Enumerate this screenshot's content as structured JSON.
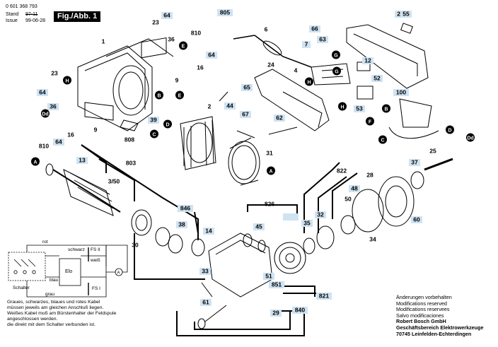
{
  "header": {
    "doc_number": "0 601 368 793",
    "stand_label": "Stand",
    "stand_value": "97-11",
    "issue_label": "Issue",
    "issue_value": "99-06-28",
    "figure_label": "Fig./Abb. 1"
  },
  "part_labels": [
    {
      "id": "805",
      "style": "box"
    },
    {
      "id": "6",
      "style": "plain"
    },
    {
      "id": "24",
      "style": "box"
    },
    {
      "id": "55",
      "style": "box"
    },
    {
      "id": "64",
      "style": "box"
    },
    {
      "id": "23",
      "style": "plain"
    },
    {
      "id": "810",
      "style": "plain"
    },
    {
      "id": "36",
      "style": "plain"
    },
    {
      "id": "E",
      "style": "circle"
    },
    {
      "id": "64",
      "style": "box"
    },
    {
      "id": "16",
      "style": "plain"
    },
    {
      "id": "1",
      "style": "plain"
    },
    {
      "id": "9",
      "style": "plain"
    },
    {
      "id": "66",
      "style": "box"
    },
    {
      "id": "7",
      "style": "box"
    },
    {
      "id": "63",
      "style": "box"
    },
    {
      "id": "G",
      "style": "circle"
    },
    {
      "id": "4",
      "style": "plain"
    },
    {
      "id": "12",
      "style": "box"
    },
    {
      "id": "G",
      "style": "circle"
    },
    {
      "id": "52",
      "style": "box"
    },
    {
      "id": "H",
      "style": "circle"
    },
    {
      "id": "24",
      "style": "plain"
    },
    {
      "id": "65",
      "style": "box"
    },
    {
      "id": "23",
      "style": "plain"
    },
    {
      "id": "H",
      "style": "circle"
    },
    {
      "id": "64",
      "style": "box"
    },
    {
      "id": "36",
      "style": "box"
    },
    {
      "id": "Dd",
      "style": "circle"
    },
    {
      "id": "16",
      "style": "plain"
    },
    {
      "id": "810",
      "style": "plain"
    },
    {
      "id": "9",
      "style": "plain"
    },
    {
      "id": "64",
      "style": "box"
    },
    {
      "id": "B",
      "style": "circle"
    },
    {
      "id": "E",
      "style": "circle"
    },
    {
      "id": "39",
      "style": "box"
    },
    {
      "id": "C",
      "style": "circle"
    },
    {
      "id": "D",
      "style": "circle"
    },
    {
      "id": "808",
      "style": "plain"
    },
    {
      "id": "2",
      "style": "plain"
    },
    {
      "id": "44",
      "style": "box"
    },
    {
      "id": "67",
      "style": "box"
    },
    {
      "id": "62",
      "style": "box"
    },
    {
      "id": "H",
      "style": "circle"
    },
    {
      "id": "53",
      "style": "box"
    },
    {
      "id": "100",
      "style": "box"
    },
    {
      "id": "B",
      "style": "circle"
    },
    {
      "id": "F",
      "style": "circle"
    },
    {
      "id": "C",
      "style": "circle"
    },
    {
      "id": "D",
      "style": "circle"
    },
    {
      "id": "Dd",
      "style": "circle"
    },
    {
      "id": "25",
      "style": "plain"
    },
    {
      "id": "31",
      "style": "plain"
    },
    {
      "id": "A",
      "style": "circle"
    },
    {
      "id": "A",
      "style": "circle"
    },
    {
      "id": "13",
      "style": "box"
    },
    {
      "id": "803",
      "style": "plain"
    },
    {
      "id": "3/50",
      "style": "plain"
    },
    {
      "id": "822",
      "style": "plain"
    },
    {
      "id": "28",
      "style": "plain"
    },
    {
      "id": "37",
      "style": "box"
    },
    {
      "id": "48",
      "style": "box"
    },
    {
      "id": "50",
      "style": "plain"
    },
    {
      "id": "826",
      "style": "plain"
    },
    {
      "id": "846",
      "style": "box"
    },
    {
      "id": "38",
      "style": "box"
    },
    {
      "id": "14",
      "style": "box"
    },
    {
      "id": "32",
      "style": "box"
    },
    {
      "id": "35",
      "style": "box"
    },
    {
      "id": "60",
      "style": "box"
    },
    {
      "id": "45",
      "style": "box"
    },
    {
      "id": "30",
      "style": "plain"
    },
    {
      "id": "34",
      "style": "plain"
    },
    {
      "id": "33",
      "style": "box"
    },
    {
      "id": "51",
      "style": "box"
    },
    {
      "id": "851",
      "style": "box"
    },
    {
      "id": "821",
      "style": "box"
    },
    {
      "id": "61",
      "style": "box"
    },
    {
      "id": "840",
      "style": "box"
    },
    {
      "id": "29",
      "style": "box"
    }
  ],
  "wiring": {
    "rot": "rot",
    "schwarz": "schwarz",
    "fs2": "FS II",
    "weiss": "weiß",
    "elo": "Elo",
    "blau": "blau",
    "schalter": "Schalter",
    "grau": "grau",
    "fs1": "FS I",
    "amp": "A"
  },
  "notes": [
    "Graues, schwarzes, blaues und rotes Kabel",
    "müssen jeweils am gleichen Anschluß liegen.",
    "Weißes Kabel muß am Bürstenhalter der Feldspule",
    "angeschlossen werden.",
    "die direkt mit dem Schalter verbunden ist."
  ],
  "footer": [
    {
      "text": "Änderungen vorbehalten",
      "bold": false
    },
    {
      "text": "Modifications reserved",
      "bold": false
    },
    {
      "text": "Modifications reservees",
      "bold": false
    },
    {
      "text": "Salvo modificaciones",
      "bold": false
    },
    {
      "text": "Robert Bosch GmbH",
      "bold": true
    },
    {
      "text": "Geschäftsbereich Elektrowerkzeuge",
      "bold": true
    },
    {
      "text": "70745 Leinfelden-Echterdingen",
      "bold": true
    }
  ],
  "colors": {
    "highlight": "#cfe3f2",
    "ink": "#000000"
  }
}
